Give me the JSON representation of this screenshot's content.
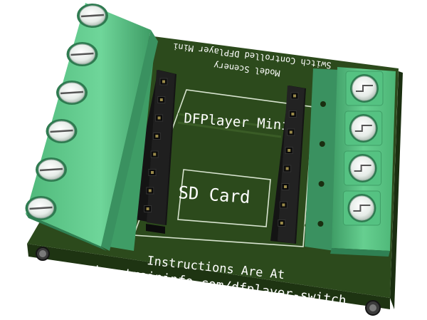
{
  "board": {
    "rear_line_1": "Switch Controlled DFPlayer Mini",
    "rear_line_2": "Model Scenery",
    "module_label": "DFPlayer Mini",
    "card_label": "SD Card",
    "front_line_1": "Instructions Are At",
    "front_line_2": "steamtraininfo.com/dfplayer-switch"
  },
  "colors": {
    "pcb": "#2c4a1c",
    "pcb_edge": "#1e3412",
    "terminal": "#5ec98a",
    "terminal_dark": "#3f9d66",
    "header": "#1c1c1c",
    "pin": "#c9a83a"
  }
}
